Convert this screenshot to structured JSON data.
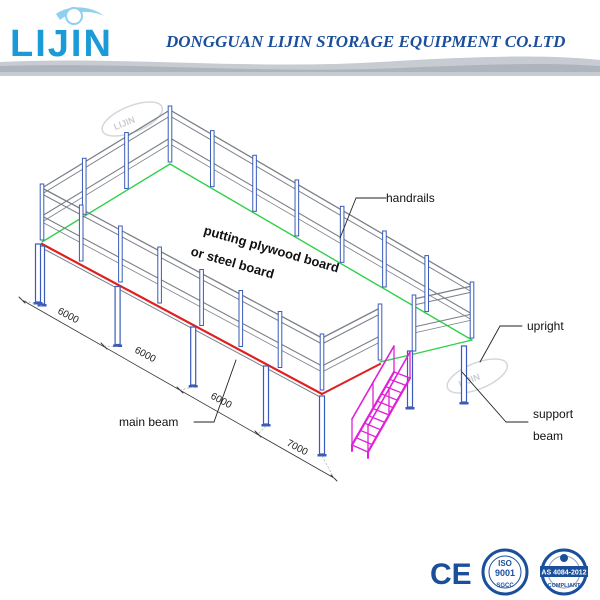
{
  "header": {
    "brand": "LIJIN",
    "company": "DONGGUAN LIJIN STORAGE EQUIPMENT CO.LTD"
  },
  "diagram": {
    "deck_label_line1": "putting plywood board",
    "deck_label_line2": "or steel board",
    "labels": {
      "handrails": "handrails",
      "upright": "upright",
      "support_beam_line1": "support",
      "support_beam_line2": "beam",
      "main_beam": "main beam"
    },
    "dimensions": [
      "6000",
      "6000",
      "6000",
      "7000"
    ],
    "watermark": "LIJIN"
  },
  "footer": {
    "ce_mark": "CE",
    "iso_top": "ISO",
    "iso_number": "9001",
    "iso_bottom": "SGCC",
    "as_standard": "AS 4084-2012",
    "as_bottom": "COMPLIANT"
  },
  "colors": {
    "header_blue": "#1b4f9c",
    "brand_blue": "#1a9ad6",
    "upright_blue": "#3a5bb8",
    "beam_red": "#e02020",
    "deck_green": "#2fd24a",
    "stair_magenta": "#e020d8",
    "rail_grey": "#7a7f88"
  }
}
